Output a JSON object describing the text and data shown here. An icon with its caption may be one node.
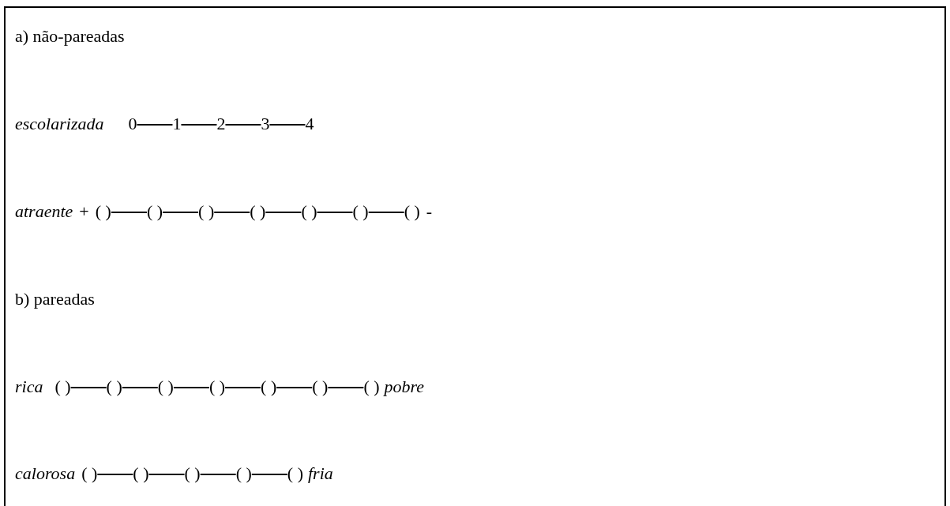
{
  "diagram": {
    "nodes": [
      {
        "text": [
          "0"
        ]
      },
      {
        "text": [
          "1"
        ]
      },
      {
        "text": [
          "2"
        ]
      },
      {
        "text": [
          "3"
        ]
      },
      {
        "text": [
          "4"
        ]
      },
      {
        "text": [
          "( )"
        ]
      },
      {
        "text": [
          "( )"
        ]
      },
      {
        "text": [
          "( )"
        ]
      },
      {
        "text": [
          "( )"
        ]
      },
      {
        "text": [
          "( )"
        ]
      },
      {
        "text": [
          "( )"
        ]
      },
      {
        "text": [
          "( )"
        ]
      },
      {
        "text": [
          "( )"
        ]
      },
      {
        "text": [
          "( )"
        ]
      },
      {
        "text": [
          "( )"
        ]
      },
      {
        "text": [
          "( )"
        ]
      },
      {
        "text": [
          "( )"
        ]
      },
      {
        "text": [
          "( )"
        ]
      },
      {
        "text": [
          "( )"
        ]
      },
      {
        "text": [
          "( )"
        ]
      },
      {
        "text": [
          "( )"
        ]
      },
      {
        "text": [
          "( )"
        ]
      },
      {
        "text": [
          "( )"
        ]
      },
      {
        "text": [
          "( )"
        ]
      }
    ],
    "edges": [
      {
        "from": 0,
        "to": 1,
        "arrow": "none"
      },
      {
        "from": 1,
        "to": 2,
        "arrow": "none"
      },
      {
        "from": 2,
        "to": 3,
        "arrow": "none"
      },
      {
        "from": 3,
        "to": 4,
        "arrow": "none"
      },
      {
        "from": 5,
        "to": 6,
        "arrow": "none"
      },
      {
        "from": 6,
        "to": 7,
        "arrow": "none"
      },
      {
        "from": 7,
        "to": 8,
        "arrow": "none"
      },
      {
        "from": 8,
        "to": 9,
        "arrow": "none"
      },
      {
        "from": 9,
        "to": 10,
        "arrow": "none"
      },
      {
        "from": 10,
        "to": 11,
        "arrow": "none"
      },
      {
        "from": 12,
        "to": 13,
        "arrow": "none"
      },
      {
        "from": 13,
        "to": 14,
        "arrow": "none"
      },
      {
        "from": 14,
        "to": 15,
        "arrow": "none"
      },
      {
        "from": 15,
        "to": 16,
        "arrow": "none"
      },
      {
        "from": 16,
        "to": 17,
        "arrow": "none"
      },
      {
        "from": 17,
        "to": 18,
        "arrow": "none"
      },
      {
        "from": 19,
        "to": 20,
        "arrow": "none"
      },
      {
        "from": 20,
        "to": 21,
        "arrow": "none"
      },
      {
        "from": 21,
        "to": 22,
        "arrow": "none"
      },
      {
        "from": 22,
        "to": 23,
        "arrow": "none"
      }
    ],
    "labels": [
      "a) não-pareadas",
      "escolarizada",
      "atraente",
      "+",
      "-",
      "b) pareadas",
      "rica",
      "pobre",
      "calorosa",
      "fria"
    ]
  }
}
